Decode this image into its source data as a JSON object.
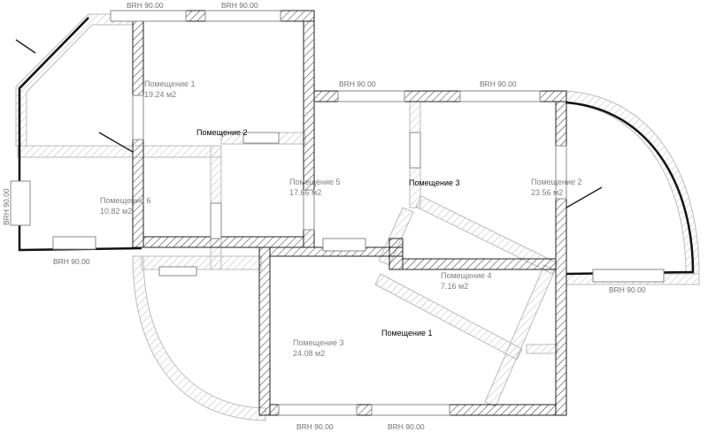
{
  "plan": {
    "rooms": [
      {
        "name": "Помещение 1",
        "area": "19.24 м2"
      },
      {
        "name": "Помещение 6",
        "area": "10.82 м2"
      },
      {
        "name": "Помещение 5",
        "area": "17.66 м2"
      },
      {
        "name": "Помещение 2",
        "area": "23.56 м2"
      },
      {
        "name": "Помещение 4",
        "area": "7.16 м2"
      },
      {
        "name": "Помещение 3",
        "area": "24.08 м2"
      }
    ],
    "zone_labels": [
      "Помещение 2",
      "Помещение 3",
      "Помещение 1"
    ],
    "window_label": "BRH 90.00"
  }
}
